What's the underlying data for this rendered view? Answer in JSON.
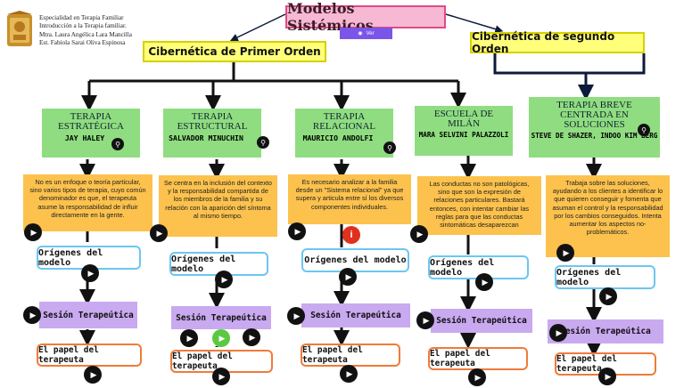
{
  "header": {
    "credits": [
      "Especialidad en Terapia Familiar",
      "Introducción a la Terapia familiar.",
      "Mtra. Laura Angélica Lara Mancilla",
      "Est. Fabiola Sarai Oliva Espinosa"
    ],
    "title": "Modelos Sistémicos",
    "ver_label": "Ver"
  },
  "branches": {
    "first": "Cibernética de Primer Orden",
    "second": "Cibernética de segundo Orden"
  },
  "schools": [
    {
      "name": "TERAPIA ESTRATÉGICA",
      "author": "JAY HALEY",
      "description": "No es un enfoque o teoría particular, sino varios tipos de terapia, cuyo común denominador es que, el terapeuta asume la responsabilidad de influir directamente en la gente."
    },
    {
      "name": "TERAPIA ESTRUCTURAL",
      "author": "SALVADOR MINUCHIN",
      "description": "Se centra en la inclusión del contexto y la responsabilidad compartida de los miembros de la familia y su relación con la aparición del síntoma al mismo tiempo."
    },
    {
      "name": "TERAPIA RELACIONAL",
      "author": "MAURICIO ANDOLFI",
      "description": "Es necesario analizar a la familia desde un \"Sistema relacional\" ya que supera y articula entre sí los diversos componentes individuales."
    },
    {
      "name": "ESCUELA DE MILÁN",
      "author": "MARA SELVINI PALAZZOLI",
      "description": "Las conductas no son patológicas, sino que son la expresión de relaciones particulares. Bastará entonces, con intentar cambiar las reglas para que las conductas sintomáticas desaparezcan"
    },
    {
      "name": "TERAPIA BREVE CENTRADA EN SOLUCIONES",
      "author": "STEVE DE SHAZER, INDOO KIM BERG",
      "description": "Trabaja sobre las soluciones, ayudando a los clientes a identificar lo que quieren conseguir y fomenta que asuman el control y la responsabilidad por los cambios conseguidos. Intenta aumentar los aspectos no-problemáticos."
    }
  ],
  "labels": {
    "origins": "Orígenes del modelo",
    "session": "Sesión Terapeútica",
    "role": "El papel del terapeuta"
  },
  "icons": {
    "play": "play-icon",
    "search": "search-icon",
    "info": "info-icon"
  },
  "colors": {
    "title_bg": "#f6b8d2",
    "branch_bg": "#ffff7a",
    "school_bg": "#8fdd80",
    "desc_bg": "#fcc24d",
    "origins_border": "#6cc6f0",
    "session_bg": "#c9a9ef",
    "role_border": "#ef7b3a",
    "connector": "#0d1b3a"
  }
}
